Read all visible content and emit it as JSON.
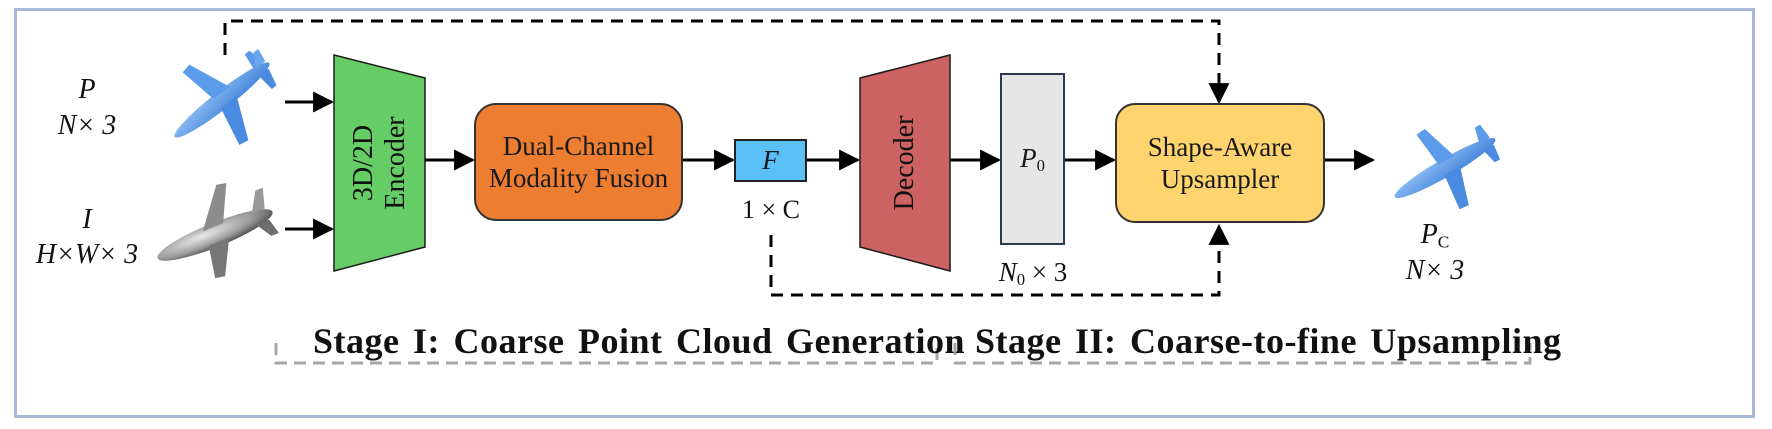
{
  "inputs": {
    "point_cloud": {
      "symbol": "P",
      "shape": "N× 3"
    },
    "image": {
      "symbol": "I",
      "shape": "H×W× 3"
    }
  },
  "modules": {
    "encoder": {
      "line1": "3D/2D",
      "line2": "Encoder"
    },
    "fusion": {
      "line1": "Dual-Channel",
      "line2": "Modality Fusion"
    },
    "feature": {
      "symbol": "F",
      "shape": "1 × C"
    },
    "decoder": {
      "label": "Decoder"
    },
    "coarse": {
      "symbol": "P",
      "subscript": "0",
      "shape_symbol": "N",
      "shape_subscript": "0",
      "shape_rest": " × 3"
    },
    "upsampler": {
      "line1": "Shape-Aware",
      "line2": "Upsampler"
    }
  },
  "output": {
    "symbol": "P",
    "subscript": "C",
    "shape": "N× 3"
  },
  "stages": {
    "stage1": "Stage I: Coarse Point Cloud Generation",
    "stage2": "Stage II: Coarse-to-fine Upsampling"
  },
  "colors": {
    "encoder": "#66cc66",
    "fusion": "#ed7d31",
    "feature": "#5bc0f8",
    "decoder": "#cd6262",
    "coarse": "#e6e6e6",
    "upsampler": "#ffd36e",
    "border": "#a9b8d6",
    "stage_bracket": "#a6a6a6",
    "airplane_blue": "#5b9bea",
    "airplane_gray": "#9a9a9a"
  },
  "icons": {
    "input_airplane": "airplane-pointcloud-icon",
    "image_airplane": "airplane-gray-render-icon",
    "output_airplane": "airplane-pointcloud-output-icon"
  }
}
